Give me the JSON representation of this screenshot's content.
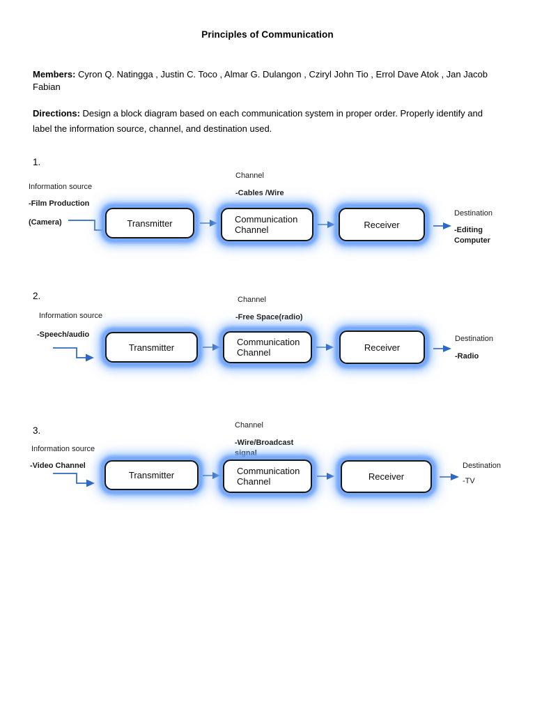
{
  "document": {
    "title": "Principles of Communication",
    "members": {
      "label": "Members:",
      "names": " Cyron Q. Natingga , Justin C. Toco , Almar G. Dulangon , Cziryl John Tio , Errol Dave Atok , Jan Jacob Fabian"
    },
    "directions": {
      "label": "Directions:",
      "text": " Design a block diagram based on each communication system in proper order. Properly identify and label the information source, channel, and destination used."
    }
  },
  "colors": {
    "glow": "#6ea2f8",
    "box_border": "#161616",
    "arrow": "#2e67c4",
    "text": "#000000"
  },
  "diagrams": [
    {
      "number": "1.",
      "source_heading": "Information source",
      "source_value_line1": "-Film Production",
      "source_value_line2": "(Camera)",
      "channel_heading": "Channel",
      "channel_value": "-Cables /Wire",
      "destination_heading": "Destination",
      "destination_value": "-Editing\nComputer",
      "blocks": [
        {
          "label": "Transmitter"
        },
        {
          "label": "Communication\nChannel"
        },
        {
          "label": "Receiver"
        }
      ]
    },
    {
      "number": "2.",
      "source_heading": "Information source",
      "source_value_line1": "-Speech/audio",
      "source_value_line2": "",
      "channel_heading": "Channel",
      "channel_value": "-Free Space(radio)",
      "destination_heading": "Destination",
      "destination_value": "-Radio",
      "blocks": [
        {
          "label": "Transmitter"
        },
        {
          "label": "Communication\nChannel"
        },
        {
          "label": "Receiver"
        }
      ]
    },
    {
      "number": "3.",
      "source_heading": "Information source",
      "source_value_line1": "-Video Channel",
      "source_value_line2": "",
      "channel_heading": "Channel",
      "channel_value": "-Wire/Broadcast\nsignal",
      "destination_heading": "Destination",
      "destination_value": "-TV",
      "blocks": [
        {
          "label": "Transmitter"
        },
        {
          "label": "Communication\nChannel"
        },
        {
          "label": "Receiver"
        }
      ]
    }
  ]
}
